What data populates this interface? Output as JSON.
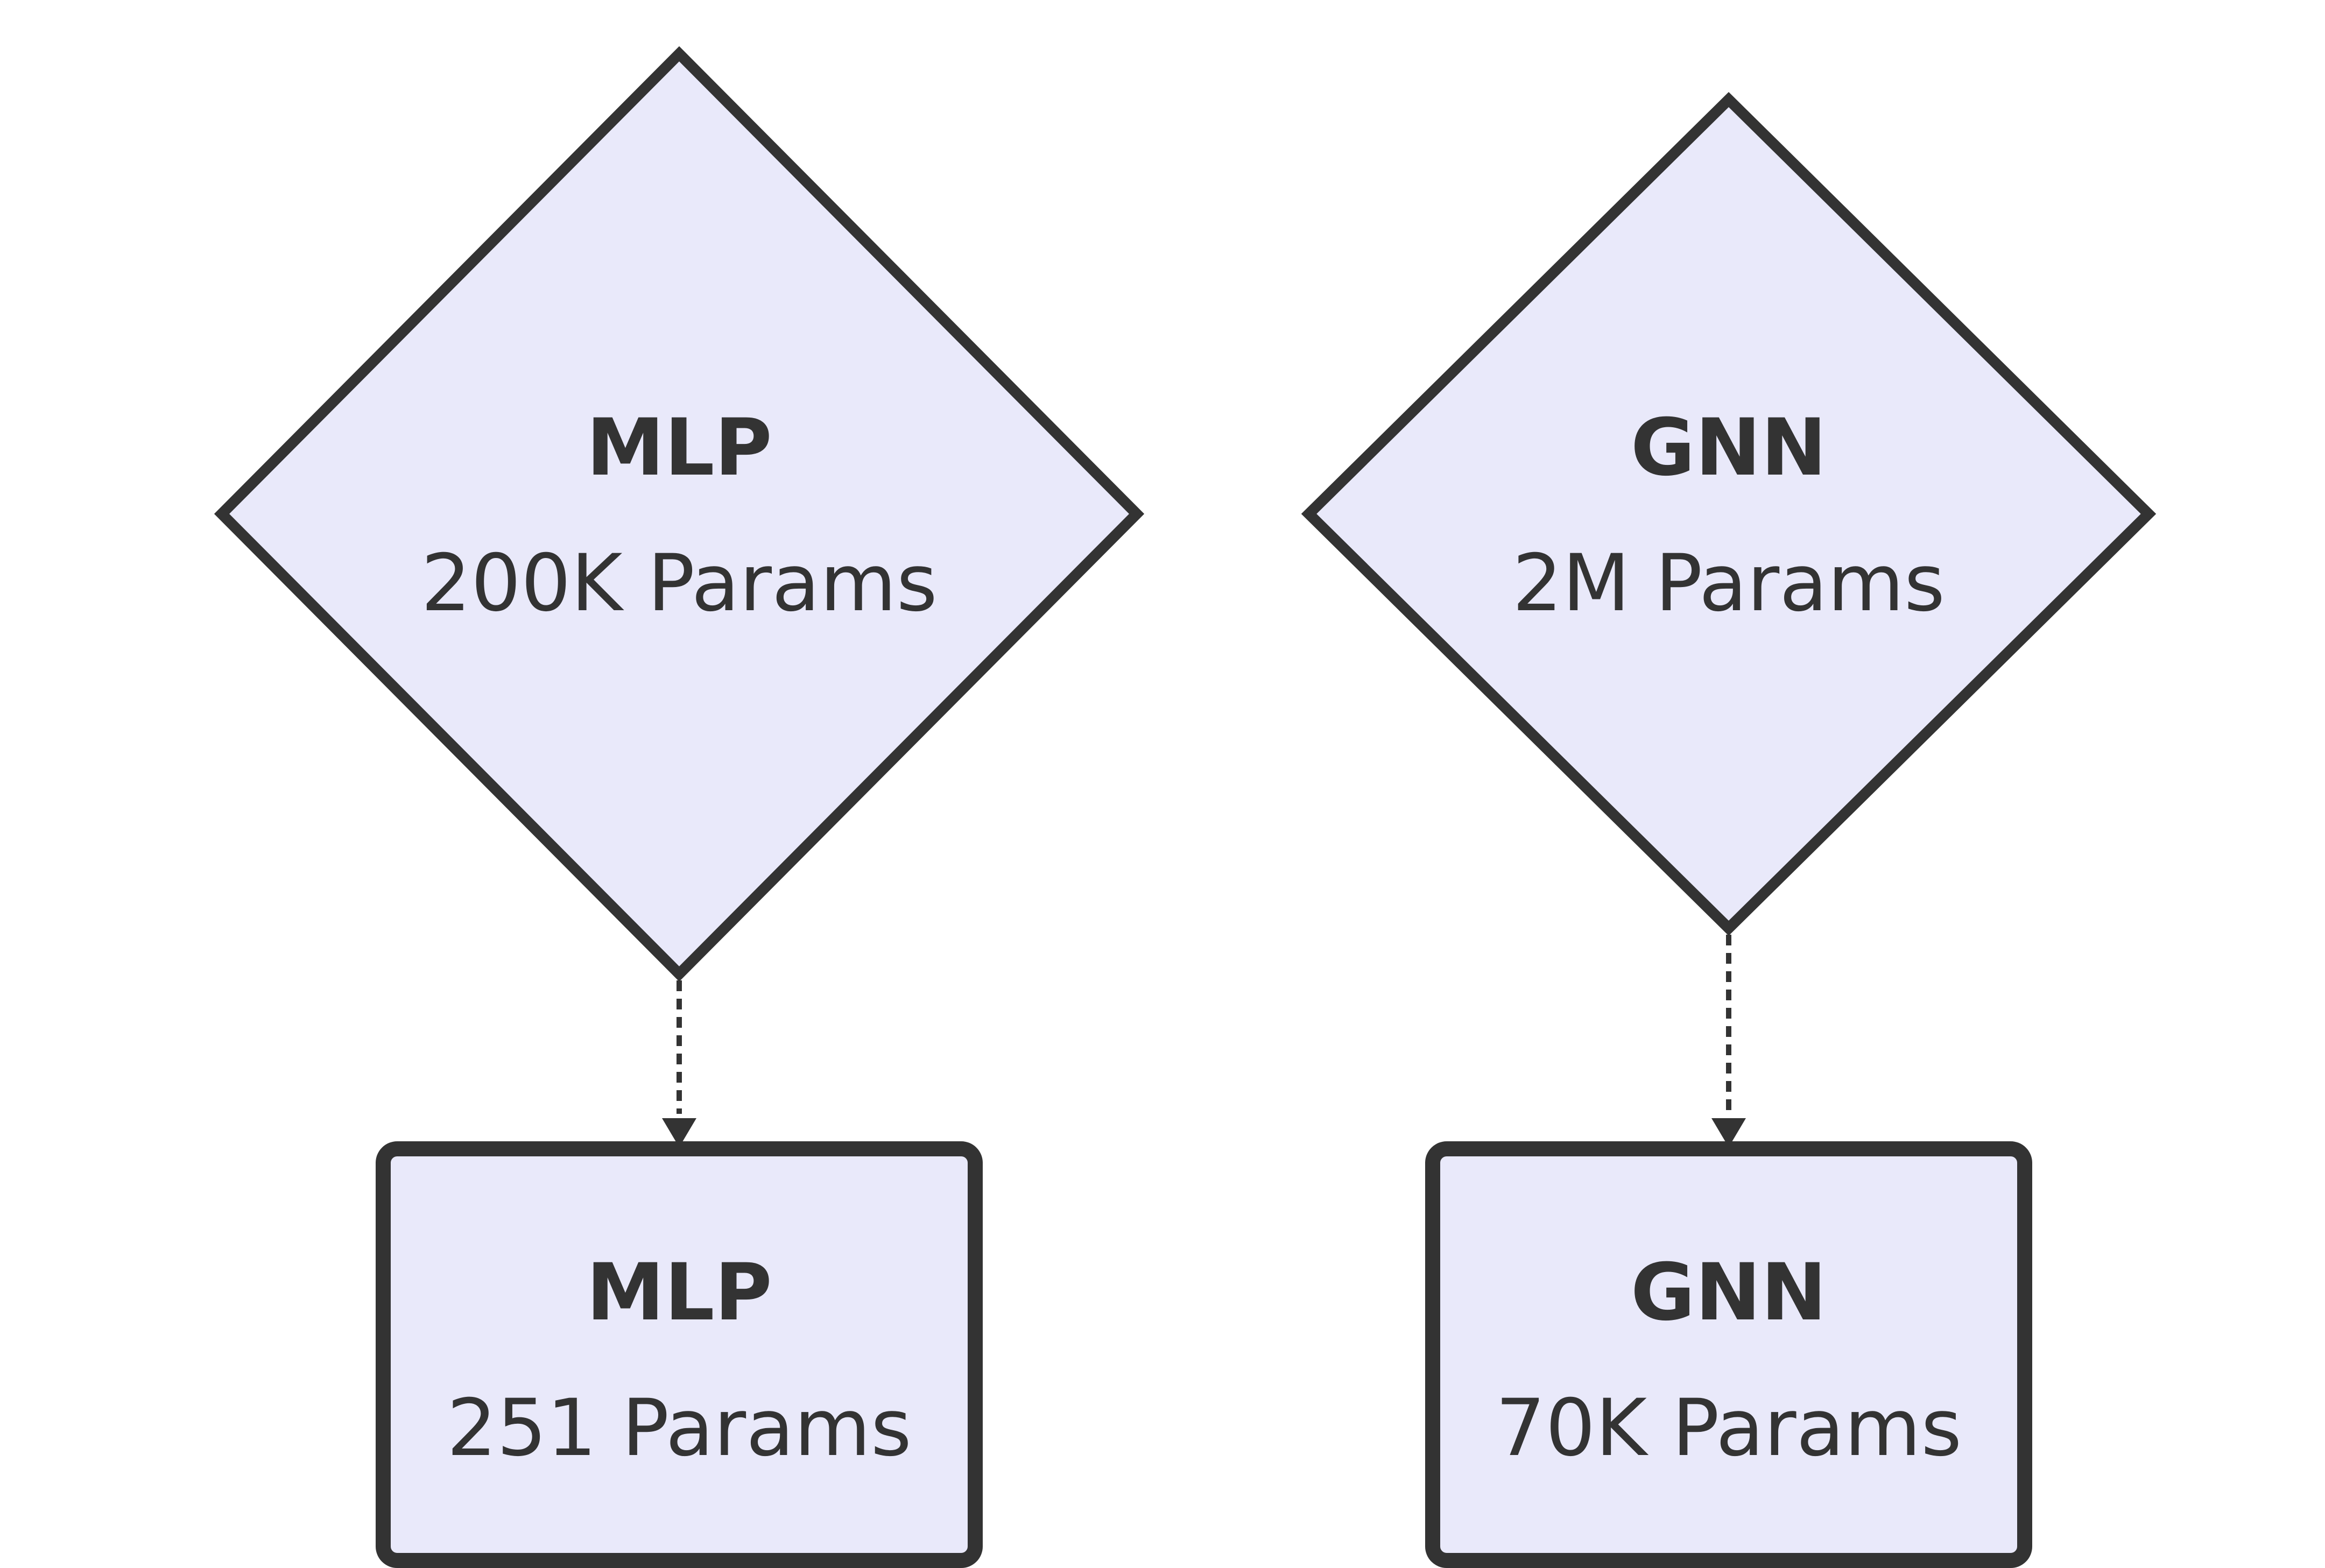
{
  "diagram": {
    "type": "flowchart",
    "direction": "top-down",
    "background": "#FFFFFF",
    "colors": {
      "node_fill": "#E9E9FA",
      "node_border": "#333333",
      "text": "#333333",
      "edge": "#333333"
    },
    "nodes": [
      {
        "id": "mlp-large",
        "shape": "diamond",
        "title": "MLP",
        "subtitle": "200K Params"
      },
      {
        "id": "gnn-large",
        "shape": "diamond",
        "title": "GNN",
        "subtitle": "2M Params"
      },
      {
        "id": "mlp-small",
        "shape": "rounded-rect",
        "title": "MLP",
        "subtitle": "251 Params"
      },
      {
        "id": "gnn-small",
        "shape": "rounded-rect",
        "title": "GNN",
        "subtitle": "70K Params"
      }
    ],
    "edges": [
      {
        "from": "mlp-large",
        "to": "mlp-small",
        "style": "dotted-arrow"
      },
      {
        "from": "gnn-large",
        "to": "gnn-small",
        "style": "dotted-arrow"
      }
    ]
  }
}
